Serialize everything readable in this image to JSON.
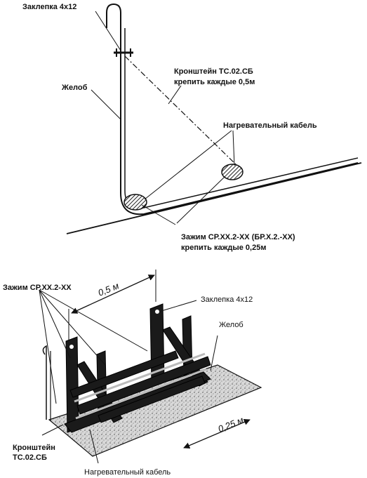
{
  "top_labels": {
    "rivet": "Заклепка 4х12",
    "gutter": "Желоб",
    "bracket_line1": "Кронштейн ТС.02.СБ",
    "bracket_line2": "крепить каждые 0,5м",
    "heating_cable": "Нагревательный кабель",
    "clamp_line1": "Зажим СР.ХХ.2-ХХ (БР.Х.2.-ХХ)",
    "clamp_line2": "крепить каждые 0,25м"
  },
  "bottom_labels": {
    "clamp": "Зажим СР.ХХ.2-ХХ",
    "dim_05": "0,5 м",
    "rivet": "Заклепка 4х12",
    "gutter": "Желоб",
    "dim_025": "0,25 м",
    "bracket_line1": "Кронштейн",
    "bracket_line2": "ТС.02.СБ",
    "heating_cable": "Нагревательный кабель"
  }
}
